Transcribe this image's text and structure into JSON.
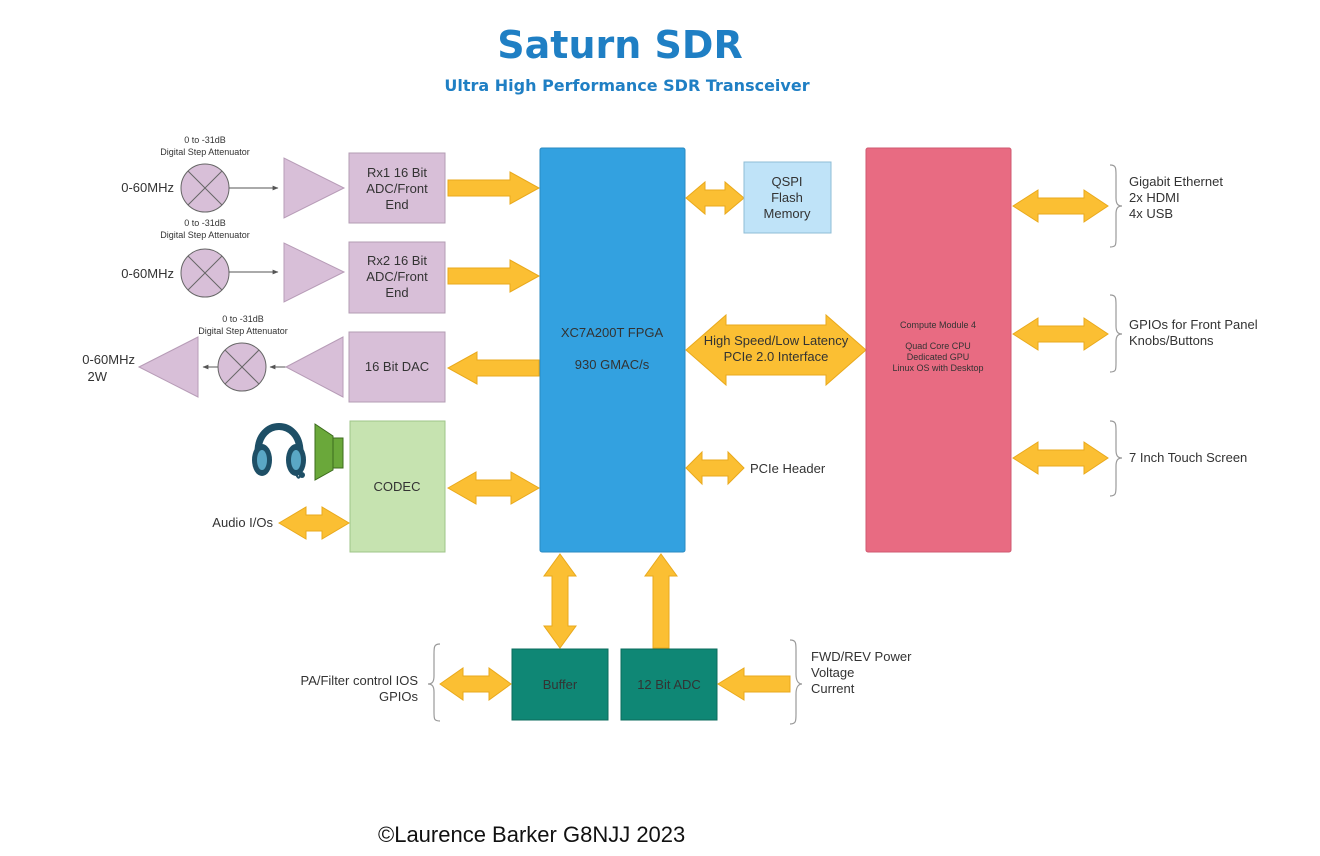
{
  "header": {
    "title": "Saturn SDR",
    "subtitle": "Ultra High Performance SDR Transceiver"
  },
  "colors": {
    "title_blue": "#1f7fc4",
    "fpga_blue": "#33a1e0",
    "cm4_pink": "#e86b82",
    "adc_purple": "#d8bfd8",
    "qspi_blue": "#bfe3f8",
    "codec_green": "#c6e3b0",
    "teal": "#0f8775",
    "arrow_yellow": "#fbbf33"
  },
  "attenuator": {
    "range": "0 to -31dB",
    "name": "Digital Step Attenuator"
  },
  "inputs": {
    "rx1_freq": "0-60MHz",
    "rx2_freq": "0-60MHz",
    "tx_freq": "0-60MHz",
    "tx_power": "2W",
    "audio": "Audio I/Os"
  },
  "blocks": {
    "rx1": [
      "Rx1 16 Bit",
      "ADC/Front",
      "End"
    ],
    "rx2": [
      "Rx2 16 Bit",
      "ADC/Front",
      "End"
    ],
    "dac": "16 Bit DAC",
    "codec": "CODEC",
    "fpga": {
      "name": "XC7A200T FPGA",
      "perf": "930 GMAC/s"
    },
    "qspi": [
      "QSPI",
      "Flash",
      "Memory"
    ],
    "pcie_interface": [
      "High Speed/Low Latency",
      "PCIe 2.0 Interface"
    ],
    "pcie_header": "PCIe Header",
    "cm4": {
      "name": "Compute Module 4",
      "cpu": "Quad Core CPU",
      "gpu": "Dedicated GPU",
      "os": "Linux OS with Desktop"
    },
    "buffer": "Buffer",
    "adc12": "12 Bit ADC"
  },
  "right_labels": {
    "io1": [
      "Gigabit Ethernet",
      "2x HDMI",
      "4x USB"
    ],
    "io2": [
      "GPIOs for Front Panel",
      "Knobs/Buttons"
    ],
    "io3": "7 Inch Touch Screen"
  },
  "bottom_labels": {
    "pa": [
      "PA/Filter control IOS",
      "GPIOs"
    ],
    "sense": [
      "FWD/REV Power",
      "Voltage",
      "Current"
    ]
  },
  "footer": {
    "copyright": "©Laurence Barker G8NJJ 2023"
  }
}
